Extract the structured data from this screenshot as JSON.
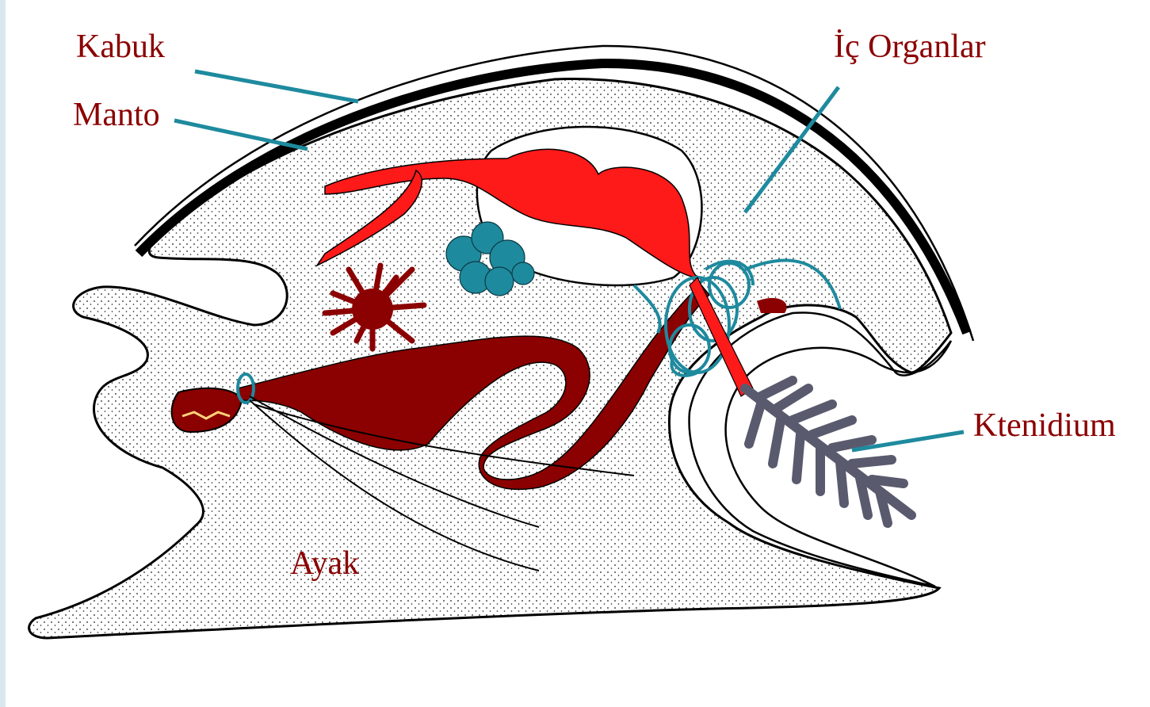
{
  "colors": {
    "label": "#8b0000",
    "leader": "#1e8a9e",
    "stipple": "#1a1a1a",
    "outline": "#000000",
    "heart_red": "#ff1a1a",
    "dark_red": "#8b0000",
    "teal_gland": "#1e8a9e",
    "gill_grey": "#6e6e80"
  },
  "labels": {
    "kabuk": "Kabuk",
    "manto": "Manto",
    "ic_organlar": "İç Organlar",
    "ktenidium": "Ktenidium",
    "ayak": "Ayak"
  }
}
